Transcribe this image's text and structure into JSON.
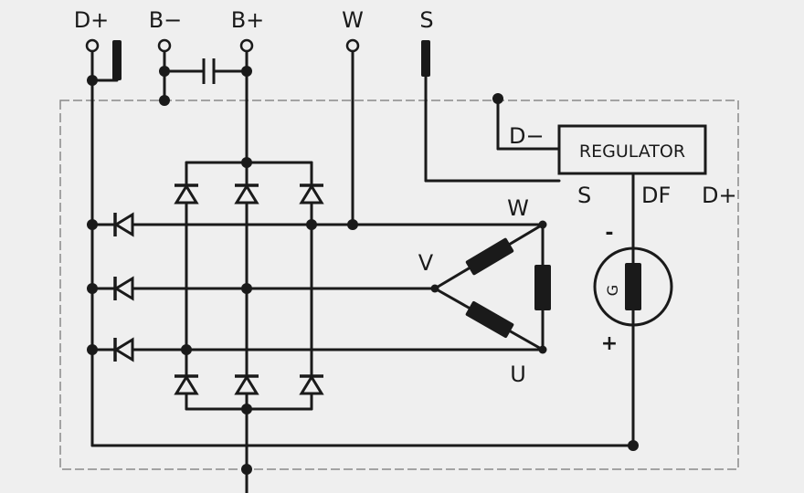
{
  "terminals": {
    "d_plus": "D+",
    "b_minus": "B−",
    "b_plus": "B+",
    "w": "W",
    "s": "S"
  },
  "regulator": {
    "label": "REGULATOR",
    "d_minus": "D−",
    "s": "S",
    "df": "DF",
    "d_plus": "D+"
  },
  "stator": {
    "w": "W",
    "v": "V",
    "u": "U"
  },
  "generator": {
    "label": "G",
    "minus": "-",
    "plus": "+"
  },
  "colors": {
    "background": "#efefef",
    "line": "#1a1a1a",
    "housing": "#8a8a8a"
  }
}
